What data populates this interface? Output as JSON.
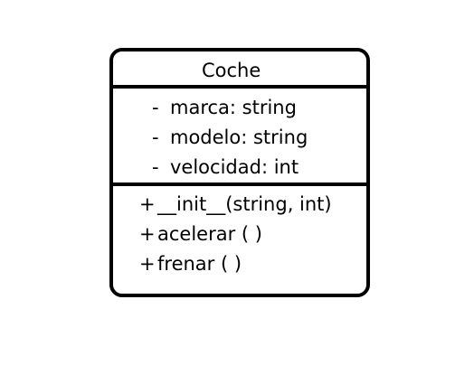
{
  "class_box": {
    "name": "Coche",
    "attributes": [
      {
        "visibility": "-",
        "text": "marca: string"
      },
      {
        "visibility": "-",
        "text": "modelo: string"
      },
      {
        "visibility": "-",
        "text": "velocidad: int"
      }
    ],
    "methods": [
      {
        "visibility": "+",
        "text": "__init__(string, int)"
      },
      {
        "visibility": "+",
        "text": "acelerar ( )"
      },
      {
        "visibility": "+",
        "text": "frenar ( )"
      }
    ]
  },
  "colors": {
    "border": "#000000",
    "background": "#ffffff",
    "text": "#000000"
  }
}
